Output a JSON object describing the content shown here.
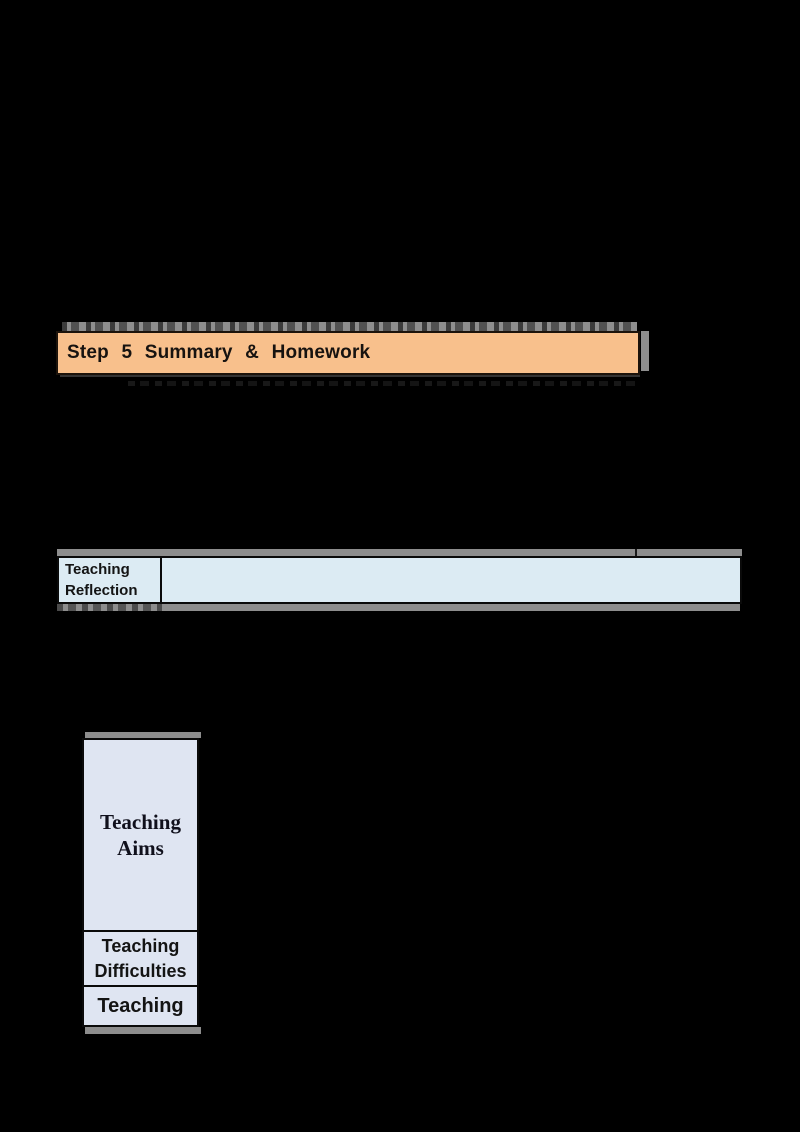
{
  "colors": {
    "page_bg": "#000000",
    "banner_bg": "#f8c08c",
    "banner_border": "#1c130b",
    "reflection_bg": "#dcebf3",
    "aims_bg": "#dfe5f2",
    "cell_border": "#0a0a0a",
    "shadow_gray": "#8d8d8d",
    "text_dark": "#141414"
  },
  "step_banner": {
    "label": "Step 5 Summary & Homework"
  },
  "reflection_table": {
    "header_line1": "Teaching",
    "header_line2": "Reflection",
    "content": ""
  },
  "aims_table": {
    "aims_line1": "Teaching",
    "aims_line2": "Aims",
    "difficulties_line1": "Teaching",
    "difficulties_line2": "Difficulties",
    "procedures_line1": "Teaching"
  }
}
